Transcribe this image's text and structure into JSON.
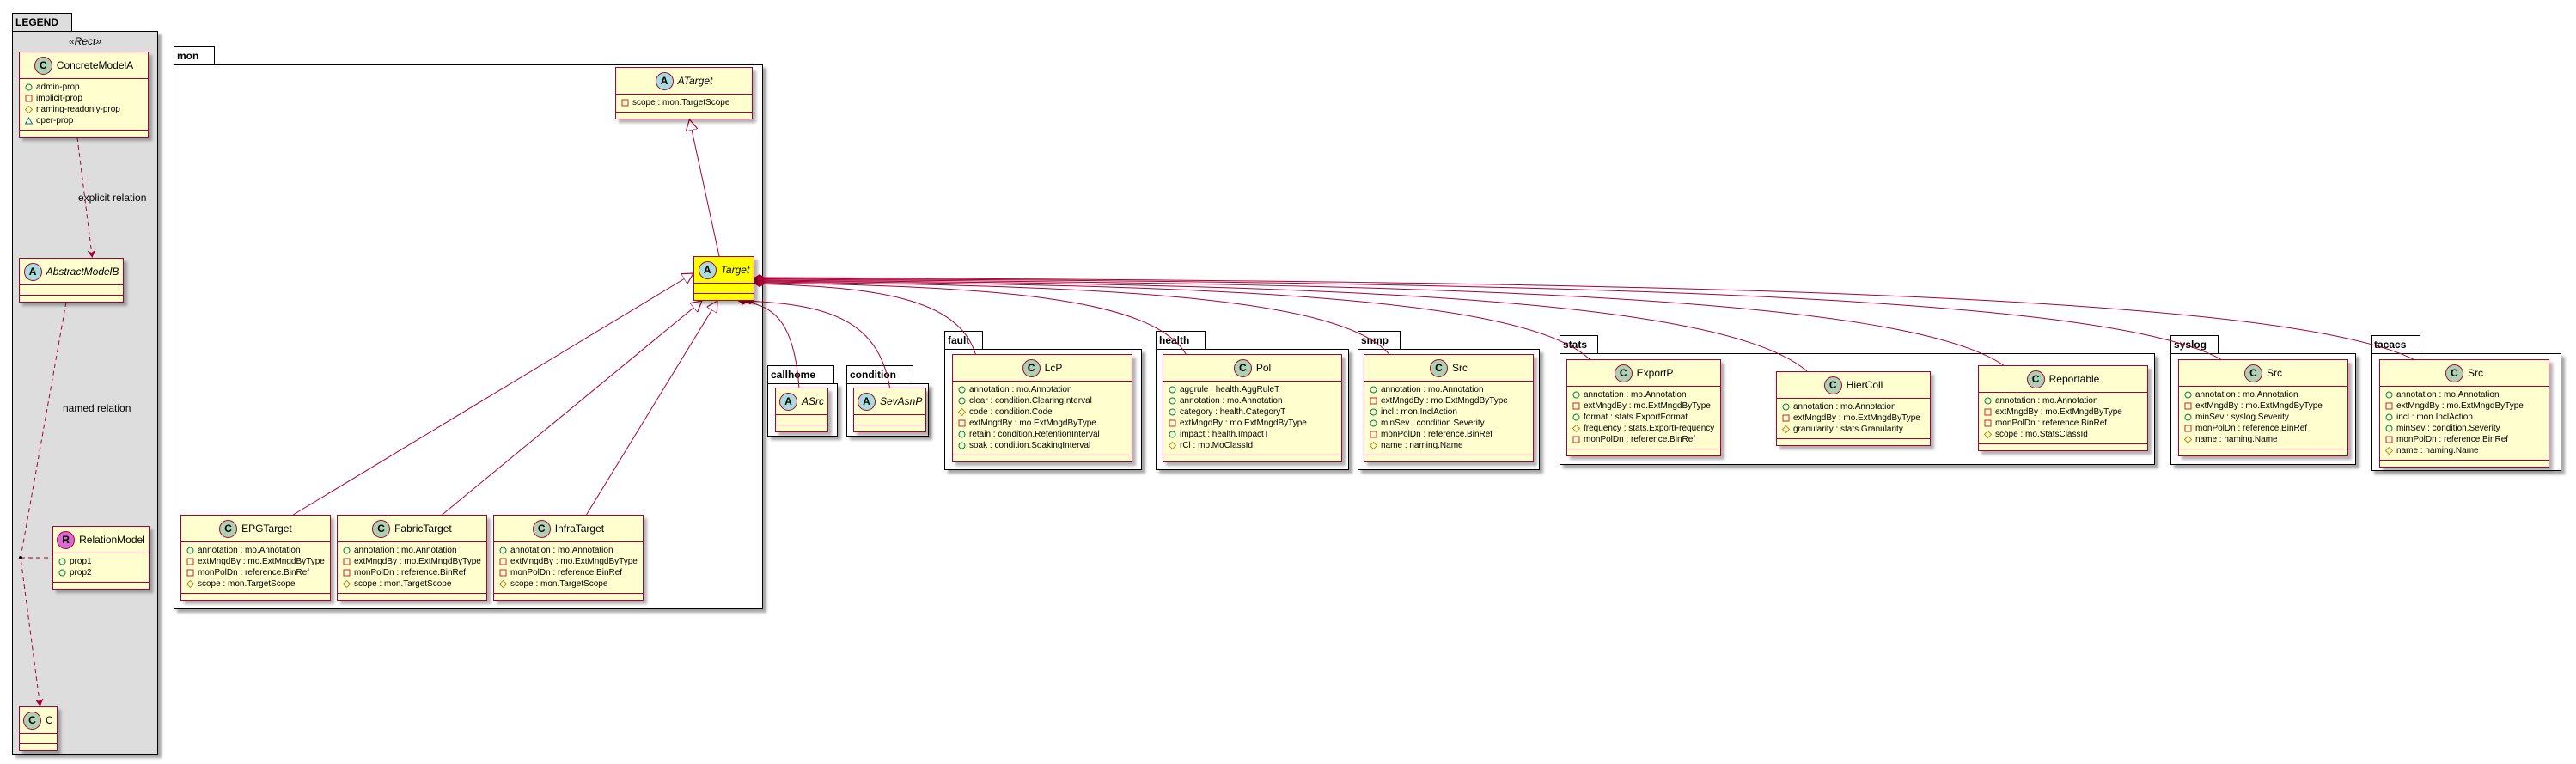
{
  "colors": {
    "border": "#A80036",
    "box_fill": "#FEFECE",
    "highlight_fill": "#FFFF00",
    "legend_fill": "#DDDDDD",
    "class_icon": "#ADD1B2",
    "abstract_icon": "#A9DCDF",
    "relation_icon": "#D86BCF",
    "public": "#038048",
    "private": "#C82930",
    "protected": "#B38D22",
    "package": "#1963A0"
  },
  "legend": {
    "title": "LEGEND",
    "stereotype": "«Rect»",
    "explicit_relation_label": "explicit relation",
    "named_relation_label": "named relation"
  },
  "packages": {
    "mon": "mon",
    "callhome": "callhome",
    "condition": "condition",
    "fault": "fault",
    "health": "health",
    "snmp": "snmp",
    "stats": "stats",
    "syslog": "syslog",
    "tacacs": "tacacs"
  },
  "classes": {
    "ConcreteModelA": {
      "name": "ConcreteModelA",
      "kind": "C",
      "attributes": [
        {
          "vis": "public",
          "text": "admin-prop"
        },
        {
          "vis": "private",
          "text": "implicit-prop"
        },
        {
          "vis": "protected",
          "text": "naming-readonly-prop"
        },
        {
          "vis": "package",
          "text": "oper-prop"
        }
      ]
    },
    "AbstractModelB": {
      "name": "AbstractModelB",
      "kind": "A",
      "attributes": []
    },
    "RelationModel": {
      "name": "RelationModel",
      "kind": "R",
      "attributes": [
        {
          "vis": "public",
          "text": "prop1"
        },
        {
          "vis": "public",
          "text": "prop2"
        }
      ]
    },
    "C": {
      "name": "C",
      "kind": "C",
      "attributes": []
    },
    "ATarget": {
      "name": "ATarget",
      "kind": "A",
      "attributes": [
        {
          "vis": "private",
          "text": "scope : mon.TargetScope"
        }
      ]
    },
    "Target": {
      "name": "Target",
      "kind": "A",
      "attributes": []
    },
    "EPGTarget": {
      "name": "EPGTarget",
      "kind": "C",
      "attributes": [
        {
          "vis": "public",
          "text": "annotation : mo.Annotation"
        },
        {
          "vis": "private",
          "text": "extMngdBy : mo.ExtMngdByType"
        },
        {
          "vis": "private",
          "text": "monPolDn : reference.BinRef"
        },
        {
          "vis": "protected",
          "text": "scope : mon.TargetScope"
        }
      ]
    },
    "FabricTarget": {
      "name": "FabricTarget",
      "kind": "C",
      "attributes": [
        {
          "vis": "public",
          "text": "annotation : mo.Annotation"
        },
        {
          "vis": "private",
          "text": "extMngdBy : mo.ExtMngdByType"
        },
        {
          "vis": "private",
          "text": "monPolDn : reference.BinRef"
        },
        {
          "vis": "protected",
          "text": "scope : mon.TargetScope"
        }
      ]
    },
    "InfraTarget": {
      "name": "InfraTarget",
      "kind": "C",
      "attributes": [
        {
          "vis": "public",
          "text": "annotation : mo.Annotation"
        },
        {
          "vis": "private",
          "text": "extMngdBy : mo.ExtMngdByType"
        },
        {
          "vis": "private",
          "text": "monPolDn : reference.BinRef"
        },
        {
          "vis": "protected",
          "text": "scope : mon.TargetScope"
        }
      ]
    },
    "ASrc": {
      "name": "ASrc",
      "kind": "A",
      "attributes": []
    },
    "SevAsnP": {
      "name": "SevAsnP",
      "kind": "A",
      "attributes": []
    },
    "LcP": {
      "name": "LcP",
      "kind": "C",
      "attributes": [
        {
          "vis": "public",
          "text": "annotation : mo.Annotation"
        },
        {
          "vis": "public",
          "text": "clear : condition.ClearingInterval"
        },
        {
          "vis": "protected",
          "text": "code : condition.Code"
        },
        {
          "vis": "private",
          "text": "extMngdBy : mo.ExtMngdByType"
        },
        {
          "vis": "public",
          "text": "retain : condition.RetentionInterval"
        },
        {
          "vis": "public",
          "text": "soak : condition.SoakingInterval"
        }
      ]
    },
    "Pol": {
      "name": "Pol",
      "kind": "C",
      "attributes": [
        {
          "vis": "public",
          "text": "aggrule : health.AggRuleT"
        },
        {
          "vis": "public",
          "text": "annotation : mo.Annotation"
        },
        {
          "vis": "public",
          "text": "category : health.CategoryT"
        },
        {
          "vis": "private",
          "text": "extMngdBy : mo.ExtMngdByType"
        },
        {
          "vis": "public",
          "text": "impact : health.ImpactT"
        },
        {
          "vis": "protected",
          "text": "rCl : mo.MoClassId"
        }
      ]
    },
    "SnmpSrc": {
      "name": "Src",
      "kind": "C",
      "attributes": [
        {
          "vis": "public",
          "text": "annotation : mo.Annotation"
        },
        {
          "vis": "private",
          "text": "extMngdBy : mo.ExtMngdByType"
        },
        {
          "vis": "public",
          "text": "incl : mon.InclAction"
        },
        {
          "vis": "public",
          "text": "minSev : condition.Severity"
        },
        {
          "vis": "private",
          "text": "monPolDn : reference.BinRef"
        },
        {
          "vis": "protected",
          "text": "name : naming.Name"
        }
      ]
    },
    "ExportP": {
      "name": "ExportP",
      "kind": "C",
      "attributes": [
        {
          "vis": "public",
          "text": "annotation : mo.Annotation"
        },
        {
          "vis": "private",
          "text": "extMngdBy : mo.ExtMngdByType"
        },
        {
          "vis": "public",
          "text": "format : stats.ExportFormat"
        },
        {
          "vis": "protected",
          "text": "frequency : stats.ExportFrequency"
        },
        {
          "vis": "private",
          "text": "monPolDn : reference.BinRef"
        }
      ]
    },
    "HierColl": {
      "name": "HierColl",
      "kind": "C",
      "attributes": [
        {
          "vis": "public",
          "text": "annotation : mo.Annotation"
        },
        {
          "vis": "private",
          "text": "extMngdBy : mo.ExtMngdByType"
        },
        {
          "vis": "protected",
          "text": "granularity : stats.Granularity"
        }
      ]
    },
    "Reportable": {
      "name": "Reportable",
      "kind": "C",
      "attributes": [
        {
          "vis": "public",
          "text": "annotation : mo.Annotation"
        },
        {
          "vis": "private",
          "text": "extMngdBy : mo.ExtMngdByType"
        },
        {
          "vis": "private",
          "text": "monPolDn : reference.BinRef"
        },
        {
          "vis": "protected",
          "text": "scope : mo.StatsClassId"
        }
      ]
    },
    "SyslogSrc": {
      "name": "Src",
      "kind": "C",
      "attributes": [
        {
          "vis": "public",
          "text": "annotation : mo.Annotation"
        },
        {
          "vis": "private",
          "text": "extMngdBy : mo.ExtMngdByType"
        },
        {
          "vis": "public",
          "text": "minSev : syslog.Severity"
        },
        {
          "vis": "private",
          "text": "monPolDn : reference.BinRef"
        },
        {
          "vis": "protected",
          "text": "name : naming.Name"
        }
      ]
    },
    "TacacsSrc": {
      "name": "Src",
      "kind": "C",
      "attributes": [
        {
          "vis": "public",
          "text": "annotation : mo.Annotation"
        },
        {
          "vis": "private",
          "text": "extMngdBy : mo.ExtMngdByType"
        },
        {
          "vis": "public",
          "text": "incl : mon.InclAction"
        },
        {
          "vis": "public",
          "text": "minSev : condition.Severity"
        },
        {
          "vis": "private",
          "text": "monPolDn : reference.BinRef"
        },
        {
          "vis": "protected",
          "text": "name : naming.Name"
        }
      ]
    }
  }
}
